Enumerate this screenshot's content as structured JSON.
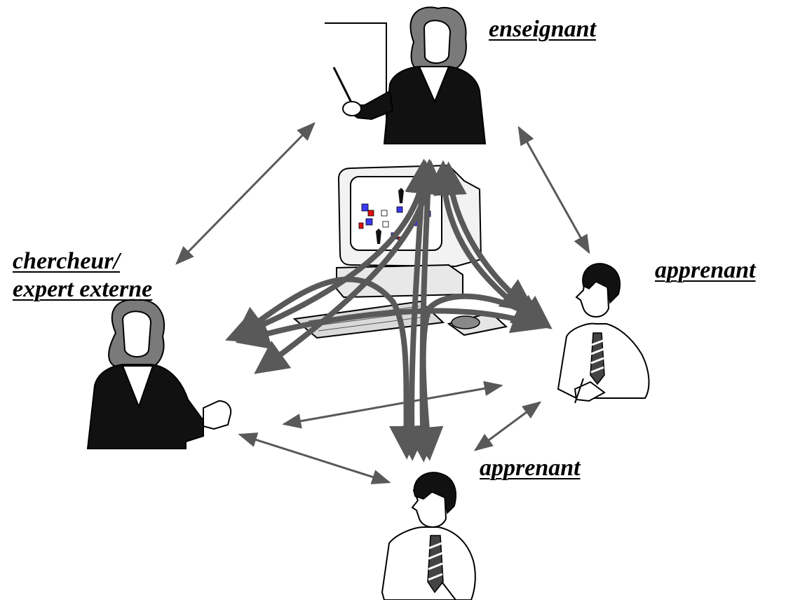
{
  "labels": {
    "teacher": "enseignant",
    "learner_right": "apprenant",
    "learner_bottom": "apprenant",
    "expert_line1": "chercheur/",
    "expert_line2": "expert externe"
  },
  "colors": {
    "arrow": "#595959",
    "figure_dark": "#111111",
    "hair": "#7a7a7a",
    "screen_icon_blue": "#3a3af0",
    "screen_icon_red": "#e01010"
  }
}
